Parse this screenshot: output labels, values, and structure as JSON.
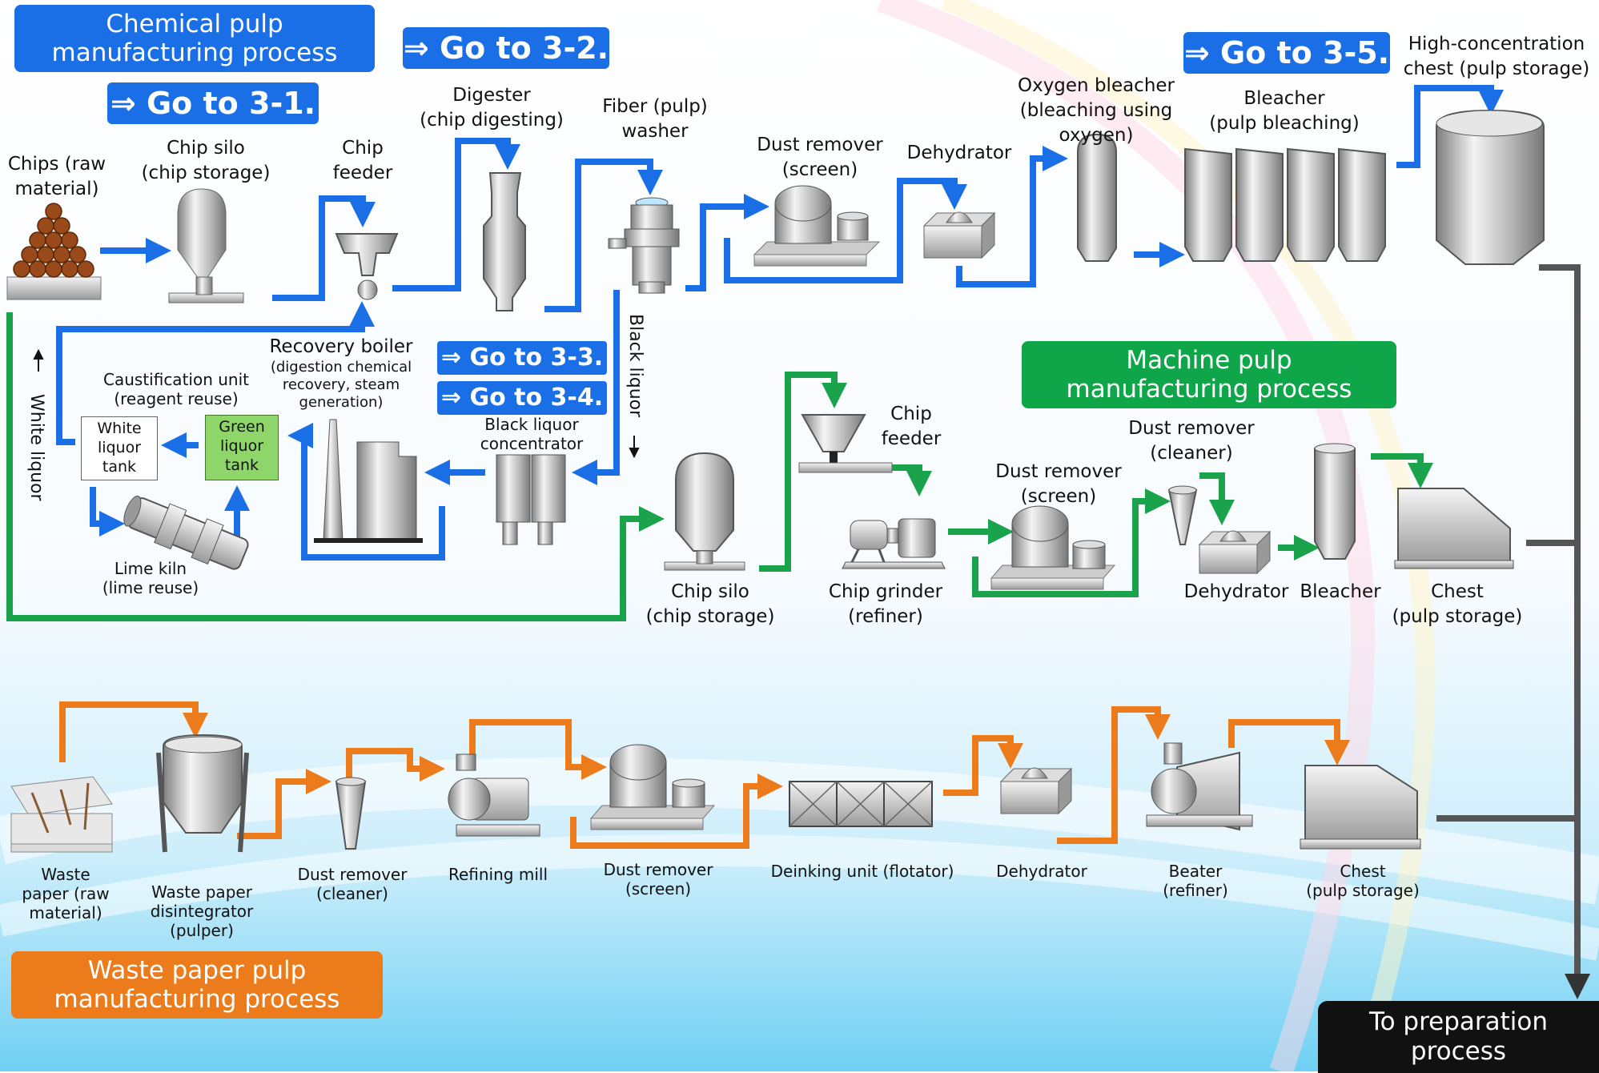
{
  "titles": {
    "chemical": [
      "Chemical pulp",
      "manufacturing process"
    ],
    "machine": [
      "Machine pulp",
      "manufacturing process"
    ],
    "waste": [
      "Waste paper pulp",
      "manufacturing process"
    ],
    "preparation": [
      "To preparation",
      "process"
    ]
  },
  "goto": {
    "g31": "⇒ Go to 3-1.",
    "g32": "⇒ Go to 3-2.",
    "g33": "⇒ Go to 3-3.",
    "g34": "⇒ Go to 3-4.",
    "g35": "⇒ Go to 3-5."
  },
  "chemical": {
    "chips": [
      "Chips (raw",
      "material)"
    ],
    "chip_silo": [
      "Chip silo",
      "(chip storage)"
    ],
    "chip_feeder": [
      "Chip",
      "feeder"
    ],
    "digester": [
      "Digester",
      "(chip digesting)"
    ],
    "washer": [
      "Fiber (pulp)",
      "washer"
    ],
    "dust_remover": [
      "Dust remover",
      "(screen)"
    ],
    "dehydrator": "Dehydrator",
    "oxygen_bleacher": [
      "Oxygen bleacher",
      "(bleaching using",
      "oxygen)"
    ],
    "bleacher": [
      "Bleacher",
      "(pulp bleaching)"
    ],
    "hc_chest": [
      "High-concentration",
      "chest (pulp storage)"
    ],
    "recovery_boiler": "Recovery boiler",
    "recovery_boiler_sub": [
      "(digestion chemical",
      "recovery, steam",
      "generation)"
    ],
    "causticification": [
      "Caustification unit",
      "(reagent reuse)"
    ],
    "white_tank": [
      "White",
      "liquor",
      "tank"
    ],
    "green_tank": [
      "Green",
      "liquor",
      "tank"
    ],
    "lime_kiln": [
      "Lime kiln",
      "(lime reuse)"
    ],
    "bl_concentrator": [
      "Black liquor",
      "concentrator"
    ],
    "black_liquor": "Black liquor",
    "white_liquor": "White liquor"
  },
  "machine": {
    "chip_silo": [
      "Chip silo",
      "(chip storage)"
    ],
    "chip_feeder": [
      "Chip",
      "feeder"
    ],
    "chip_grinder": [
      "Chip grinder",
      "(refiner)"
    ],
    "dust_screen": [
      "Dust remover",
      "(screen)"
    ],
    "dust_cleaner": [
      "Dust remover",
      "(cleaner)"
    ],
    "dehydrator": "Dehydrator",
    "bleacher": "Bleacher",
    "chest": [
      "Chest",
      "(pulp storage)"
    ]
  },
  "waste": {
    "waste_paper": [
      "Waste",
      "paper (raw",
      "material)"
    ],
    "pulper": [
      "Waste paper",
      "disintegrator",
      "(pulper)"
    ],
    "dust_cleaner": [
      "Dust remover",
      "(cleaner)"
    ],
    "refining_mill": "Refining mill",
    "dust_screen": [
      "Dust remover",
      "(screen)"
    ],
    "deinking": "Deinking unit (flotator)",
    "dehydrator": "Dehydrator",
    "beater": [
      "Beater",
      "(refiner)"
    ],
    "chest": [
      "Chest",
      "(pulp storage)"
    ]
  },
  "colors": {
    "chemical_flow": "#1a6ee6",
    "machine_flow": "#1aa34a",
    "waste_flow": "#ec7b1c",
    "output_flow": "#555555"
  },
  "icons": [
    "chips-pile-icon",
    "silo-icon",
    "chip-feeder-icon",
    "digester-icon",
    "washer-icon",
    "screen-icon",
    "dehydrator-icon",
    "oxygen-bleacher-icon",
    "bleacher-tower-icon",
    "chest-tank-icon",
    "recovery-boiler-icon",
    "lime-kiln-icon",
    "black-liquor-concentrator-icon",
    "chip-grinder-icon",
    "cleaner-cone-icon",
    "chest-box-icon",
    "waste-paper-bundle-icon",
    "pulper-icon",
    "refining-mill-icon",
    "flotator-icon",
    "beater-icon"
  ]
}
